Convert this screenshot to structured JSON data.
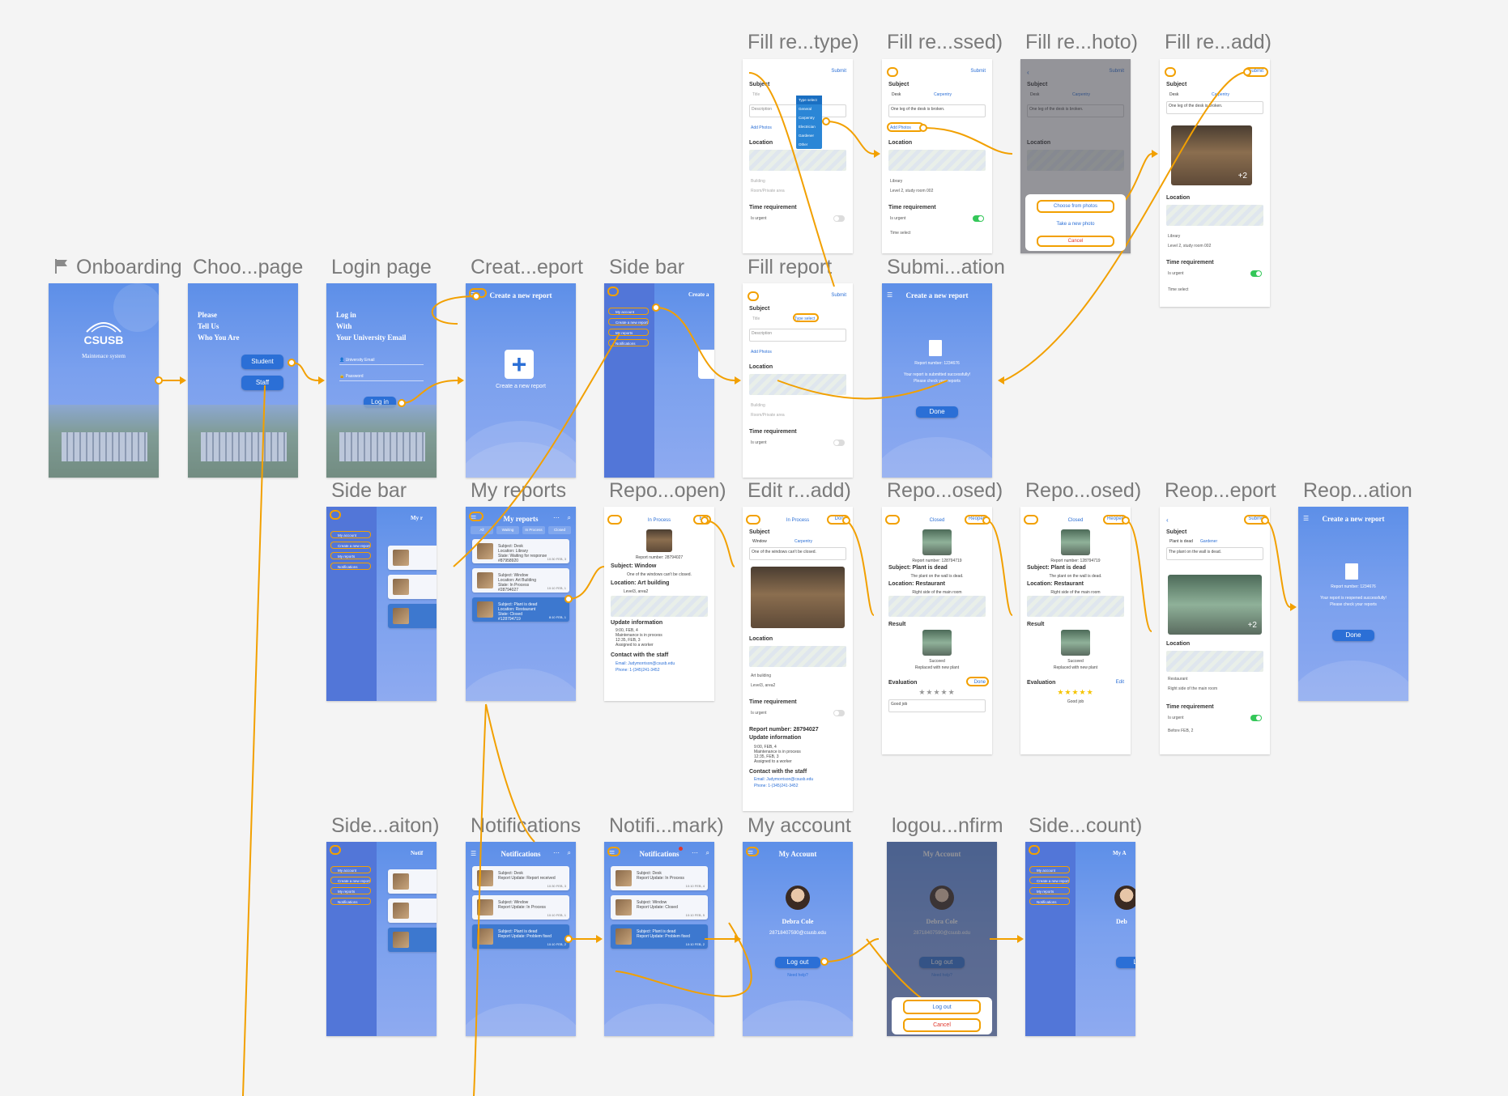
{
  "labels": {
    "onboarding": "Onboarding",
    "choose_page": "Choo...page",
    "login_page": "Login page",
    "create_report": "Creat...eport",
    "side_bar_1": "Side bar",
    "fill_report": "Fill report",
    "submission": "Submi...ation",
    "fill_type": "Fill re...type)",
    "fill_sssed": "Fill re...ssed)",
    "fill_photo": "Fill re...hoto)",
    "fill_add": "Fill re...add)",
    "side_bar_2": "Side bar",
    "my_reports": "My reports",
    "repo_open": "Repo...open)",
    "edit_add": "Edit r...add)",
    "repo_osed_1": "Repo...osed)",
    "repo_osed_2": "Repo...osed)",
    "reop_eport": "Reop...eport",
    "reop_ation": "Reop...ation",
    "side_aiton": "Side...aiton)",
    "notifications": "Notifications",
    "notifi_mark": "Notifi...mark)",
    "my_account": "My account",
    "logout_confirm": "logou...nfirm",
    "side_count": "Side...count)"
  },
  "screens": {
    "onboarding": {
      "logo": "CSUSB",
      "subtitle": "Maintenace system"
    },
    "choose": {
      "prompt_1": "Please",
      "prompt_2": "Tell Us",
      "prompt_3": "Who You Are",
      "student": "Student",
      "staff": "Staff"
    },
    "login": {
      "line_1": "Log in",
      "line_2": "With",
      "line_3": "Your University Email",
      "email_placeholder": "University Email",
      "password_placeholder": "Password",
      "login_btn": "Log in"
    },
    "create": {
      "title": "Create a new report",
      "caption": "Create a new report"
    },
    "side": {
      "my_account": "My account",
      "create": "Create a new report",
      "my_reports": "My reports",
      "notifications": "Notifications"
    },
    "fill": {
      "submit": "Submit",
      "subject": "Subject",
      "title_ph": "Title",
      "type_ph": "Type select",
      "description_ph": "Description",
      "add_photos": "Add Photos",
      "location": "Location",
      "building": "Building",
      "room": "Room/Private area",
      "time_req": "Time requirement",
      "urgent": "Is urgent",
      "time_select": "Time select"
    },
    "type_menu": [
      "Type select",
      "General",
      "Carpentry",
      "Electrician",
      "Gardener",
      "Other"
    ],
    "fill_filled": {
      "subject_val": "Desk",
      "type_val": "Carpentry",
      "desc_val": "One leg of the desk is broken.",
      "building_val": "Library",
      "room_val": "Level 2, study room 002"
    },
    "photo_sheet": {
      "choose": "Choose from photos",
      "take": "Take a new photo",
      "cancel": "Cancel"
    },
    "photo_more": "+2",
    "submission": {
      "title": "Create a new report",
      "report_no": "Report number: 1234676",
      "msg": "Your report is submitted successfully!",
      "msg_2": "Please check your reports",
      "done": "Done"
    },
    "my_reports": {
      "title": "My reports",
      "tabs": [
        "All",
        "Waiting",
        "In Process",
        "Closed"
      ],
      "items": [
        {
          "subject": "Subject: Desk",
          "loc": "Location: Library",
          "state": "State: Waiting for response",
          "no": "#87958920",
          "time": "10:30 FEB, 3"
        },
        {
          "subject": "Subject: Window",
          "loc": "Location: Art Building",
          "state": "State: In Process",
          "no": "#28794027",
          "time": "10:10 FEB, 1"
        },
        {
          "subject": "Subject: Plant is dead",
          "loc": "Location: Restaurant",
          "state": "State: Closed",
          "no": "#128794719",
          "time": "8:10 FEB, 1"
        }
      ]
    },
    "report_open": {
      "status": "In Process",
      "edit": "Edit",
      "report_no": "Report number: 28794027",
      "subject": "Subject: Window",
      "desc": "One of the windows can't be closed.",
      "location": "Location: Art building",
      "loc_detail": "Level3, area2",
      "update_title": "Update information",
      "update_1": "9:00, FEB, 4",
      "update_1b": "Maintenance is in process",
      "update_2": "12:35, FEB, 3",
      "update_2b": "Assigned to a worker",
      "contact_title": "Contact with the staff",
      "email": "Email: Judymorrison@csusb.edu",
      "phone": "Phone: 1-(345)241-3452"
    },
    "edit_add": {
      "status": "In Process",
      "done": "Done",
      "subject_val": "Window",
      "type_val": "Carpentry",
      "desc_val": "One of the windows can't be closed.",
      "building_val": "Art building",
      "room_val": "Level3, area2",
      "report_no": "Report number: 28794027"
    },
    "closed": {
      "status": "Closed",
      "reopen": "Reopen",
      "report_no": "Report number: 128794719",
      "subject": "Subject: Plant is dead",
      "desc": "The plant on the wall is dead.",
      "location": "Location: Restaurant",
      "loc_detail": "Right side of the main room",
      "result": "Result",
      "result_state": "Succeed",
      "result_desc": "Replaced with new plant",
      "evaluation": "Evaluation",
      "done": "Done",
      "edit": "Edit",
      "eval_text": "Good job",
      "stars": "★★★★★"
    },
    "reopen_form": {
      "submit": "Submit",
      "subject_val": "Plant is dead",
      "type_val": "Gardener",
      "desc_val": "The plant on the wall is dead.",
      "building_val": "Restaurant",
      "room_val": "Right side of the main room",
      "time_val": "Before FEB, 2"
    },
    "reopen_confirm": {
      "title": "Create a new report",
      "report_no": "Report number: 1234676",
      "msg": "Your report is reopened successfully!",
      "msg_2": "Please check your reports",
      "done": "Done"
    },
    "notifications": {
      "title": "Notifications",
      "items": [
        {
          "subject": "Subject: Desk",
          "update": "Report Update: Report received",
          "time": "10:30 FEB, 3"
        },
        {
          "subject": "Subject: Window",
          "update": "Report Update: In Process",
          "time": "10:10 FEB, 1"
        },
        {
          "subject": "Subject: Plant is dead",
          "update": "Report Update: Problem fixed",
          "time": "10:10 FEB, 2"
        }
      ],
      "items_marked": [
        {
          "subject": "Subject: Desk",
          "update": "Report Update: In Process",
          "time": "10:10 FEB, 4"
        },
        {
          "subject": "Subject: Window",
          "update": "Report Update: Closed",
          "time": "10:10 FEB, 5"
        },
        {
          "subject": "Subject: Plant is dead",
          "update": "Report Update: Problem fixed",
          "time": "10:10 FEB, 2"
        }
      ]
    },
    "account": {
      "title": "My Account",
      "name": "Debra Cole",
      "email": "28718407590@csusb.edu",
      "logout": "Log out",
      "need_help": "Need help?",
      "cancel": "Cancel"
    }
  },
  "colors": {
    "accent": "#f2a000",
    "screen_blue": "#6c97ea",
    "primary_btn": "#2b6fd6",
    "label_gray": "#7a7a7a"
  }
}
